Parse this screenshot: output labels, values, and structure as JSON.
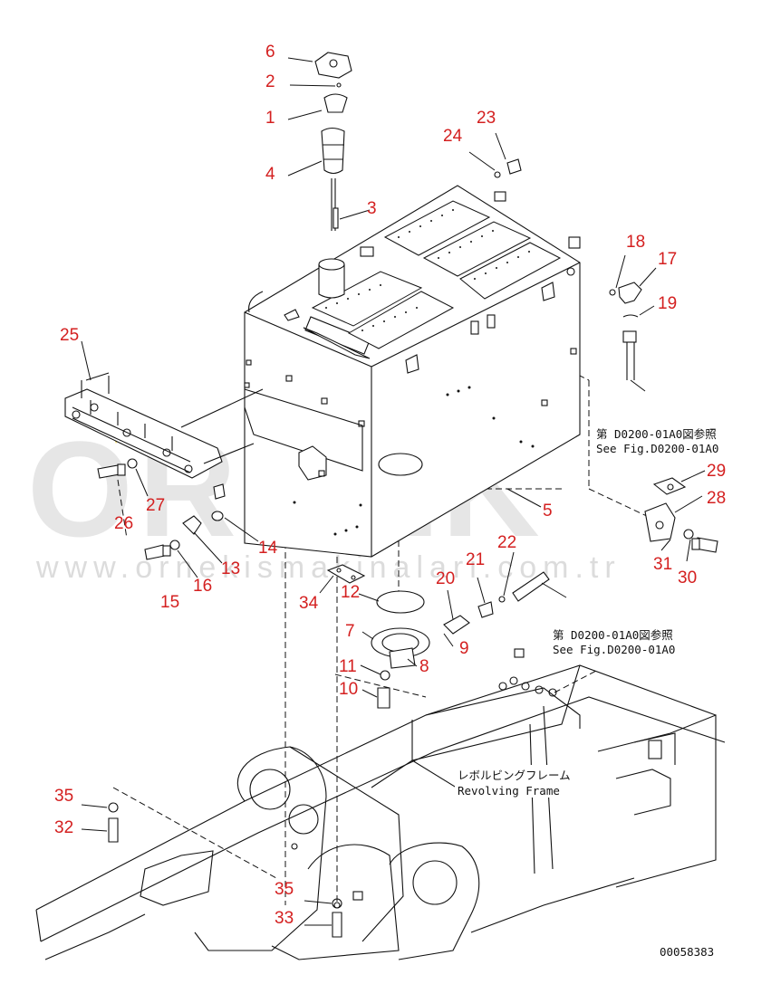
{
  "watermark": {
    "brand": "ORNEK",
    "url": "www.ornekismakinalari.com.tr",
    "accent_color": "#f5c400"
  },
  "references": [
    {
      "line1": "第 D0200-01A0図参照",
      "line2": "See Fig.D0200-01A0"
    },
    {
      "line1": "第 D0200-01A0図参照",
      "line2": "See Fig.D0200-01A0"
    }
  ],
  "frame_label": {
    "jp": "レボルビングフレーム",
    "en": "Revolving Frame"
  },
  "drawing_number": "00058383",
  "callouts": [
    "6",
    "2",
    "1",
    "4",
    "3",
    "23",
    "24",
    "18",
    "17",
    "19",
    "25",
    "29",
    "28",
    "27",
    "26",
    "5",
    "14",
    "13",
    "16",
    "15",
    "31",
    "30",
    "22",
    "21",
    "20",
    "12",
    "34",
    "7",
    "9",
    "11",
    "8",
    "10",
    "35",
    "32",
    "35",
    "33"
  ],
  "colors": {
    "label": "#d42020",
    "line": "#111111",
    "background": "#ffffff"
  }
}
